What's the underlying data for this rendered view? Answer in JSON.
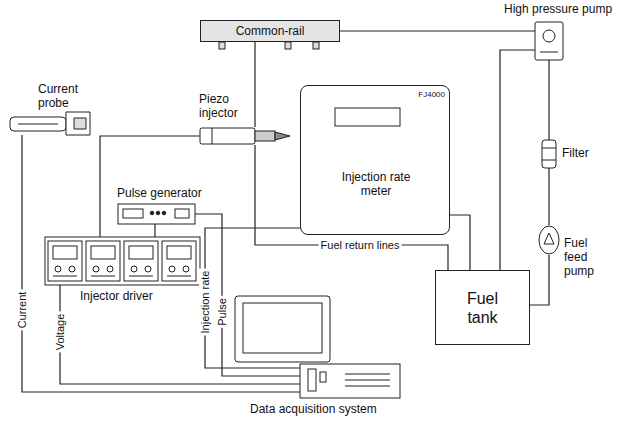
{
  "diagram": {
    "nodes": [
      {
        "text": [
          "Common-rail"
        ]
      },
      {
        "text": [
          "High pressure pump"
        ]
      },
      {
        "text": [
          "Current probe"
        ]
      },
      {
        "text": [
          "Piezo injector"
        ]
      },
      {
        "text": [
          "FJ4000"
        ]
      },
      {
        "text": [
          "Injection rate meter"
        ],
        "in": 4
      },
      {
        "text": [
          "Filter"
        ]
      },
      {
        "text": [
          "Pulse generator"
        ]
      },
      {
        "text": [
          "Injector driver"
        ]
      },
      {
        "text": [
          "Fuel feed pump"
        ]
      },
      {
        "text": [
          "Fuel tank"
        ]
      },
      {
        "text": [
          "Data acquisition system"
        ]
      }
    ],
    "edges": [
      {
        "from": 1,
        "to": 0,
        "arrow": "none"
      },
      {
        "from": 0,
        "to": 3,
        "arrow": "none"
      },
      {
        "from": 6,
        "to": 1,
        "arrow": "none"
      },
      {
        "from": 9,
        "to": 6,
        "arrow": "none"
      },
      {
        "from": 10,
        "to": 9,
        "arrow": "none"
      },
      {
        "from": 1,
        "to": 10,
        "arrow": "none"
      },
      {
        "from": 3,
        "to": 10,
        "label": "Fuel return lines",
        "arrow": "none"
      },
      {
        "from": 4,
        "to": 10,
        "arrow": "none"
      },
      {
        "from": 8,
        "to": 3,
        "arrow": "none"
      },
      {
        "from": 2,
        "to": 11,
        "label": "Current",
        "arrow": "none"
      },
      {
        "from": 8,
        "to": 11,
        "label": "Voltage",
        "arrow": "none"
      },
      {
        "from": 7,
        "to": 11,
        "label": "Pulse",
        "arrow": "none"
      },
      {
        "from": 4,
        "to": 11,
        "label": "Injection rate",
        "arrow": "none"
      },
      {
        "from": 7,
        "to": 8,
        "arrow": "none"
      }
    ]
  }
}
